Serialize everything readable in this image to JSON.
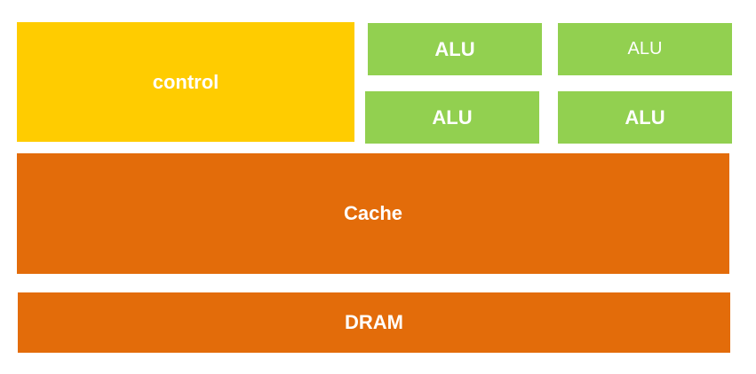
{
  "diagram": {
    "control": {
      "label": "control",
      "color": "#FFCC00"
    },
    "alus": [
      {
        "label": "ALU",
        "color": "#92D050",
        "weight": "bold"
      },
      {
        "label": "ALU",
        "color": "#92D050",
        "weight": "normal"
      },
      {
        "label": "ALU",
        "color": "#92D050",
        "weight": "bold"
      },
      {
        "label": "ALU",
        "color": "#92D050",
        "weight": "bold"
      }
    ],
    "cache": {
      "label": "Cache",
      "color": "#E36C0A"
    },
    "dram": {
      "label": "DRAM",
      "color": "#E36C0A"
    }
  }
}
